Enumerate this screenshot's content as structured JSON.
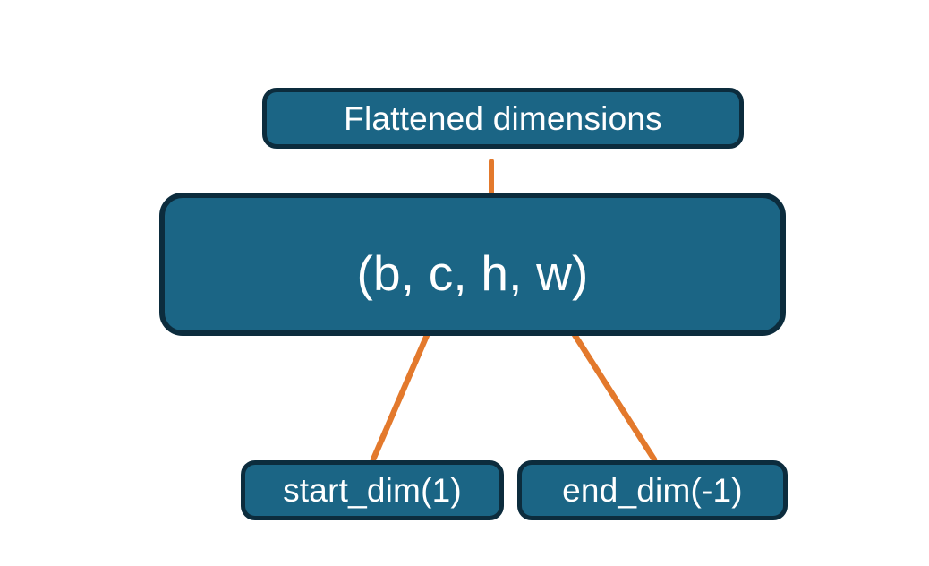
{
  "diagram": {
    "title_node": {
      "label": "Flattened dimensions",
      "name": "flattened-dimensions-box"
    },
    "tuple_node": {
      "label": "(b, c, h, w)",
      "name": "tensor-shape-tuple-box",
      "dims": [
        "b",
        "c",
        "h",
        "w"
      ]
    },
    "param_nodes": [
      {
        "label": "start_dim(1)",
        "name": "start-dim-box"
      },
      {
        "label": "end_dim(-1)",
        "name": "end-dim-box"
      }
    ],
    "connectors": [
      {
        "name": "brace-connector",
        "kind": "curly-brace-up",
        "from": "tuple_node.dims[c..w]",
        "to": "title_node",
        "color": "#E3792C"
      },
      {
        "name": "start-dim-arrow",
        "kind": "arrow",
        "from": "start_dim_box",
        "to": "tuple_node.dims.c",
        "color": "#E3792C"
      },
      {
        "name": "end-dim-arrow",
        "kind": "arrow",
        "from": "end_dim_box",
        "to": "tuple_node.dims.w",
        "color": "#E3792C"
      }
    ],
    "colors": {
      "background": "#ffffff",
      "node_fill": "#1b6585",
      "node_border": "#0c2c3d",
      "node_text": "#ffffff",
      "accent": "#E3792C"
    }
  }
}
